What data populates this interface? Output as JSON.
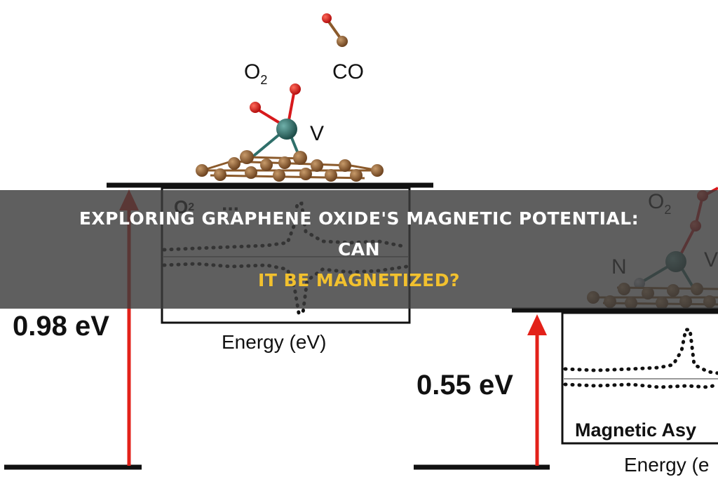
{
  "headline": {
    "line1": "Exploring Graphene Oxide's Magnetic Potential: Can",
    "line2": "It Be Magnetized?",
    "colors": {
      "line1": "#ffffff",
      "line2": "#f2c12e"
    }
  },
  "figure": {
    "left_panel": {
      "molecule_labels": {
        "o2": "O",
        "o2_sub": "2",
        "co": "CO",
        "v": "V"
      },
      "energy_gap": "0.98 eV",
      "inset_label": "O",
      "inset_label_sub": "2",
      "inset_dots": "...",
      "x_axis_label": "Energy (eV)"
    },
    "right_panel": {
      "molecule_labels": {
        "o2": "O",
        "o2_sub": "2",
        "n": "N",
        "v": "V"
      },
      "energy_gap": "0.55 eV",
      "inset_caption": "Magnetic Asy",
      "x_axis_label": "Energy (e"
    },
    "colors": {
      "arrow": "#e32119",
      "carbon": "#8b5a2b",
      "oxygen": "#d7191c",
      "vanadium": "#2f6f6a",
      "nitrogen": "#9aa4b0",
      "level_line": "#111111"
    }
  }
}
